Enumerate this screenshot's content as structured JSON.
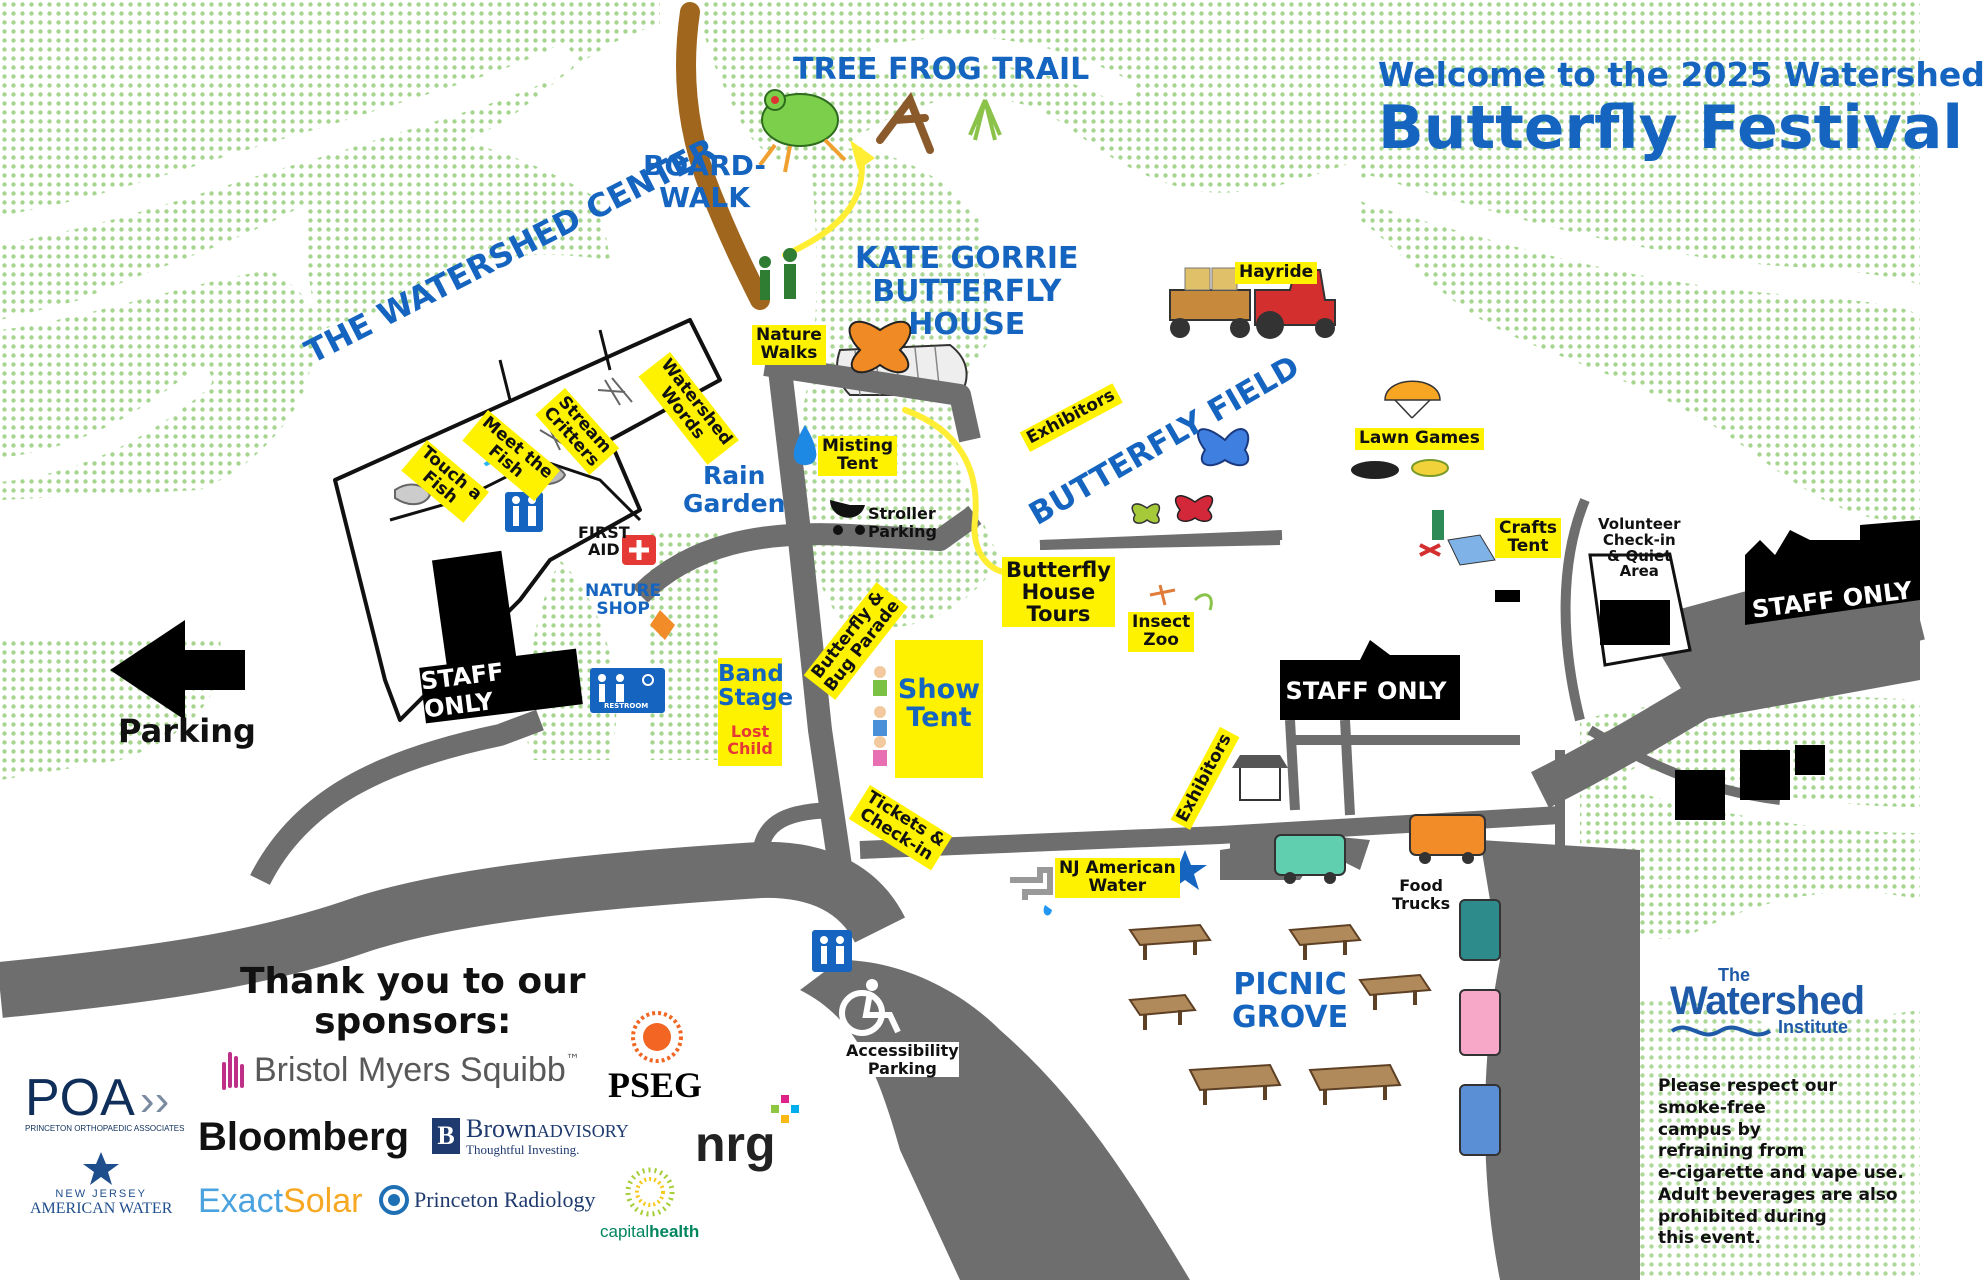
{
  "header": {
    "welcome": "Welcome to the 2025 Watershed",
    "title": "Butterfly Festival"
  },
  "areas": {
    "tree_frog_trail": "TREE FROG TRAIL",
    "boardwalk_1": "BOARD-",
    "boardwalk_2": "WALK",
    "watershed_center": "THE WATERSHED CENTER",
    "kate_gorrie_1": "KATE GORRIE",
    "kate_gorrie_2": "BUTTERFLY",
    "kate_gorrie_3": "HOUSE",
    "butterfly_field": "BUTTERFLY FIELD",
    "rain_garden_1": "Rain",
    "rain_garden_2": "Garden",
    "nature_shop_1": "NATURE",
    "nature_shop_2": "SHOP",
    "first_aid_1": "FIRST",
    "first_aid_2": "AID",
    "picnic_grove_1": "PICNIC",
    "picnic_grove_2": "GROVE",
    "parking": "Parking",
    "stroller_1": "Stroller",
    "stroller_2": "Parking",
    "food_trucks_1": "Food",
    "food_trucks_2": "Trucks",
    "accessibility_1": "Accessibility",
    "accessibility_2": "Parking",
    "volunteer_1": "Volunteer",
    "volunteer_2": "Check-in",
    "volunteer_3": "& Quiet",
    "volunteer_4": "Area",
    "restroom": "RESTROOM"
  },
  "tags": {
    "nature_walks_1": "Nature",
    "nature_walks_2": "Walks",
    "misting_1": "Misting",
    "misting_2": "Tent",
    "hayride": "Hayride",
    "exhibitors": "Exhibitors",
    "lawn_games": "Lawn Games",
    "crafts_1": "Crafts",
    "crafts_2": "Tent",
    "bh_tours_1": "Butterfly",
    "bh_tours_2": "House",
    "bh_tours_3": "Tours",
    "insect_zoo_1": "Insect",
    "insect_zoo_2": "Zoo",
    "parade_1": "Butterfly &",
    "parade_2": "Bug Parade",
    "tickets_1": "Tickets &",
    "tickets_2": "Check-in",
    "nj_water_1": "NJ American",
    "nj_water_2": "Water",
    "watershed_words_1": "Watershed",
    "watershed_words_2": "Words",
    "stream_critters_1": "Stream",
    "stream_critters_2": "Critters",
    "meet_fish_1": "Meet the",
    "meet_fish_2": "Fish",
    "touch_fish_1": "Touch a",
    "touch_fish_2": "Fish",
    "band_1": "Band",
    "band_2": "Stage",
    "lost_1": "Lost",
    "lost_2": "Child",
    "show_1": "Show",
    "show_2": "Tent"
  },
  "staff_only": "STAFF ONLY",
  "sponsors": {
    "heading_1": "Thank you to our",
    "heading_2": "sponsors:",
    "poa": "POA",
    "poa_sub": "PRINCETON ORTHOPAEDIC ASSOCIATES",
    "bms": "Bristol Myers Squibb",
    "bms_tm": "™",
    "pseg": "PSEG",
    "bloomberg": "Bloomberg",
    "brown_1": "Brown",
    "brown_2": "ADVISORY",
    "brown_3": "Thoughtful Investing.",
    "nrg": "nrg",
    "njaw_1": "NEW JERSEY",
    "njaw_2": "AMERICAN WATER",
    "exact_1": "Exact",
    "exact_2": "Solar",
    "princeton_radiology": "Princeton Radiology",
    "capital_1": "capital",
    "capital_2": "health"
  },
  "institute": {
    "logo_1": "The",
    "logo_2": "Watershed",
    "logo_3": "Institute"
  },
  "notice": [
    "Please respect our",
    "smoke-free",
    "campus by",
    "refraining from",
    "e-cigarette and vape use.",
    "Adult beverages are also",
    "prohibited during",
    "this event."
  ],
  "colors": {
    "road": "#6e6e6e",
    "grass_dot": "#a5d58f",
    "label_blue": "#1565c0",
    "tag_yellow": "#fff200",
    "path_yellow": "#ffee33",
    "boardwalk": "#a0661d"
  }
}
